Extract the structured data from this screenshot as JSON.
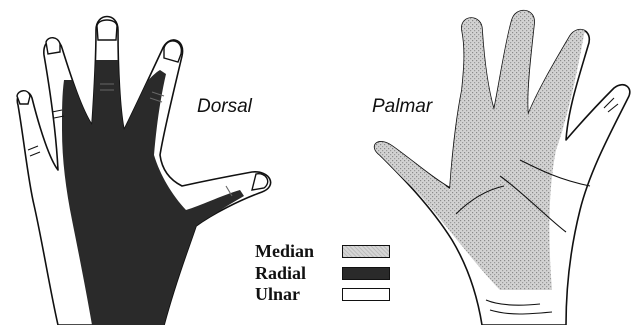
{
  "views": {
    "dorsal": "Dorsal",
    "palmar": "Palmar"
  },
  "legend": {
    "items": [
      {
        "name": "Median",
        "color": "#c8c8c8",
        "pattern": "stippled-gray"
      },
      {
        "name": "Radial",
        "color": "#2a2a2a",
        "pattern": "dark"
      },
      {
        "name": "Ulnar",
        "color": "#ffffff",
        "pattern": "white"
      }
    ]
  },
  "colors": {
    "outline": "#111111",
    "median": "#c8c8c8",
    "radial": "#2a2a2a",
    "ulnar": "#ffffff"
  }
}
